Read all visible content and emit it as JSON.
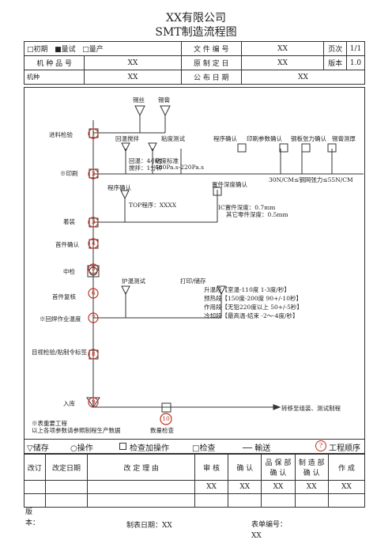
{
  "company": "XX有限公司",
  "doc_title": "SMT制造流程图",
  "header": {
    "stage_initial": "□初期",
    "stage_trial": "■量试",
    "stage_mass": "□量产",
    "doc_no_label": "文 件 编 号",
    "doc_no": "XX",
    "page_label": "页次",
    "page": "1/1",
    "model_no_label": "机 种 品 号",
    "model_no": "XX",
    "created_label": "原 制 定 日",
    "created": "XX",
    "version_label": "版本",
    "version": "1.0",
    "model_label": "机种",
    "model": "XX",
    "publish_label": "公 布 日 期",
    "publish": "XX"
  },
  "flow": {
    "materials": [
      "锡丝",
      "锡膏"
    ],
    "steps": [
      {
        "num": "1",
        "label": "进料检验"
      },
      {
        "num": "2",
        "label": "※印刷"
      },
      {
        "num": "3",
        "label": "着装"
      },
      {
        "num": "4",
        "label": "首件确认"
      },
      {
        "num": "5",
        "label": "中检"
      },
      {
        "num": "6",
        "label": "首件复核"
      },
      {
        "num": "7",
        "label": "※回焊作业温度"
      },
      {
        "num": "8",
        "label": "目视检验/贴制令标签"
      },
      {
        "num": "9",
        "label": "入库"
      },
      {
        "num": "10",
        "label": "数量检查"
      }
    ],
    "print_sub": [
      "回温搅拌",
      "粘度测试",
      "程序确认",
      "印刷参数确认",
      "钢板张力确认",
      "锡膏测厚"
    ],
    "rewarm_note": [
      "回温：4小时",
      "搅拌：1分钟"
    ],
    "viscosity_note": [
      "粘度标准",
      "180Pa.s-220Pa.s"
    ],
    "tension_note": "30N/CM≤钢网张力≤55N/CM",
    "mount_program": "程序确认",
    "mount_depth": "置件深度确认",
    "top_program": "TOP程序：XXXX",
    "depth_notes": [
      "IC置件深度：0.7mm",
      "其它零件深度：0.5mm"
    ],
    "furnace_test": "炉温测试",
    "print_store": "打印/储存",
    "reflow_notes": [
      "升温段【室温-110度 1-3度/秒】",
      "预热段【150度-200度 90+/-10秒】",
      "作用段【无铅220度以上 50+/-5秒】",
      "冷却段【最高温-结束 -2～-4度/秒】"
    ],
    "transfer": "转移至组装、测试制程",
    "important_note": [
      "※表重要工程",
      "以上各项参数请参照制程生产数据"
    ]
  },
  "legend": {
    "storage": "▽储存",
    "operation": "○操作",
    "inspect_op": "检查加操作",
    "inspect": "□检查",
    "transport": "── 輸送",
    "sequence": "工程顺序",
    "sequence_mark": "?"
  },
  "revision": {
    "headers": [
      "改订",
      "改定日期",
      "改 定 理 由",
      "审 核",
      "确 认",
      "品 保 部确 认",
      "制 造 部确 认",
      "作 成"
    ],
    "row1": [
      "",
      "",
      "",
      "XX",
      "XX",
      "XX",
      "XX",
      "XX"
    ],
    "row2": [
      "",
      "",
      "",
      "",
      "",
      "",
      "",
      ""
    ]
  },
  "footer": {
    "version_label": "版本：",
    "date": "制表日期：XX",
    "form_no": "表单编号：XX"
  },
  "colors": {
    "accent": "#c03020",
    "line": "#333333"
  }
}
